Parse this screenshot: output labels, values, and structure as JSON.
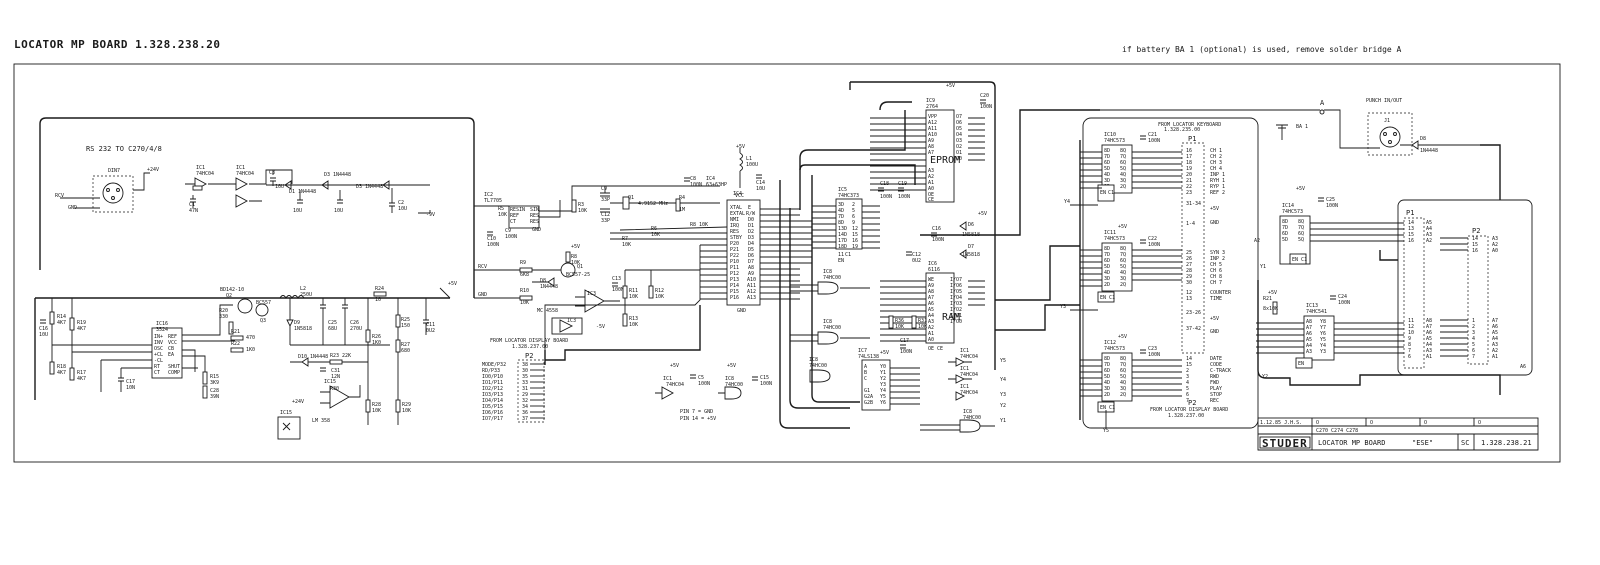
{
  "sheet": {
    "title": "LOCATOR MP BOARD 1.328.238.20",
    "note": "if battery BA 1 (optional) is used, remove solder bridge A"
  },
  "labels": {
    "rs232": "RS 232 TO C270/4/8",
    "from_keyboard": "FROM LOCATOR KEYBOARD",
    "from_keyboard_no": "1.328.235.00",
    "from_display": "FROM LOCATOR DISPLAY BOARD",
    "from_display_no": "1.328.237.00",
    "from_display_left": "FROM LOCATOR DISPLAY BOARD",
    "from_display_left_no": "1.328.237.00",
    "punch": "PUNCH IN/OUT",
    "pin7": "PIN  7 = GND",
    "pin14": "PIN 14 = +5V",
    "plus5v": "+5V",
    "plus24v": "+24V",
    "gnd": "GND",
    "rcv": "RCV",
    "point_a": "A"
  },
  "components": {
    "ic4": "IC4",
    "ic4_type": "63+63HP",
    "ic9": "IC9",
    "ic9_type": "2764",
    "eprom": "EPROM",
    "ic6": "IC6",
    "ic6_type": "6116",
    "ram": "RAM",
    "ic16": "IC16",
    "ic16_type": "3524",
    "ic2": "IC2",
    "ic2_type": "TL7705",
    "ic10": "IC10",
    "ic10_type": "74HC573",
    "ic11": "IC11",
    "ic11_type": "74HC573",
    "ic12": "IC12",
    "ic12_type": "74HC573",
    "ic13": "IC13",
    "ic13_type": "74HC541",
    "ic14": "IC14",
    "ic14_type": "74HC573",
    "ic5": "IC5",
    "ic5_type": "74HC373",
    "ic7": "IC7",
    "ic7_type": "74LS138",
    "xtal": "4.9152 MHz",
    "bd": "BD142-10",
    "bc": "BC557-25",
    "l2": "L2",
    "l2_val": "250U",
    "lm358": "LM 358",
    "mc": "MC 4558",
    "p1": "P1",
    "p2": "P2",
    "ba1": "BA 1",
    "j1": "J1"
  },
  "port_list": {
    "left": [
      "MODE/P32",
      "RD/P33",
      "IO0/P10",
      "IO1/P11",
      "IO2/P12",
      "IO3/P13",
      "IO4/P14",
      "IO5/P15",
      "IO6/P16",
      "IO7/P17"
    ],
    "left_pins": [
      "38",
      "30",
      "35",
      "33",
      "31",
      "29",
      "32",
      "34",
      "36",
      "37"
    ]
  },
  "p1_signals": {
    "top": [
      "CH 1",
      "CH 2",
      "CH 3",
      "CH 4",
      "INP 1",
      "RYH 1",
      "RYP 1",
      "REF 2"
    ],
    "top_pins": [
      "16",
      "17",
      "18",
      "19",
      "20",
      "21",
      "22",
      "23"
    ],
    "mid": [
      "SYN 3",
      "INP 2",
      "CH 5",
      "CH 6",
      "CH 8",
      "CH 7"
    ],
    "mid_pins": [
      "25",
      "26",
      "27",
      "28",
      "29",
      "30"
    ],
    "counter": [
      "COUNTER",
      "TIME"
    ],
    "counter_pins": [
      "12",
      "13"
    ],
    "bottom": [
      "DATE",
      "CODE",
      "C-TRACK",
      "RWD",
      "FWD",
      "PLAY",
      "STOP",
      "REC"
    ],
    "bottom_pins": [
      "14",
      "15",
      "2",
      "3",
      "4",
      "5",
      "6",
      "7"
    ],
    "ranges": [
      "31-34",
      "1-4",
      "23-26",
      "37-42"
    ],
    "gnd": "GND",
    "plus5v": "+5V"
  },
  "right_connector": {
    "p1_pins": [
      "14",
      "13",
      "15",
      "16",
      "11",
      "12",
      "10",
      "9",
      "8",
      "7",
      "6"
    ],
    "p1_sigs": [
      "A5",
      "A4",
      "A3",
      "A2",
      "A8",
      "A7",
      "A6",
      "A5",
      "A4",
      "A3",
      "A1"
    ],
    "p2_pins": [
      "14",
      "15",
      "16",
      "1",
      "2",
      "3",
      "4",
      "5",
      "6",
      "7"
    ],
    "p2_sigs": [
      "A3",
      "A2",
      "A0",
      "A7",
      "A6",
      "A5",
      "A4",
      "A3",
      "A2",
      "A1"
    ]
  },
  "title_block": {
    "date": "1.12.85 J.H.S.",
    "rev": "C270 C274 C278",
    "logo": "STUDER",
    "name": "LOCATOR MP BOARD",
    "code": "\"ESE\"",
    "sc": "SC",
    "number": "1.328.238.21"
  },
  "signals": {
    "y1": "Y1",
    "y2": "Y2",
    "y3": "Y3",
    "y4": "Y4",
    "y5": "Y5"
  }
}
